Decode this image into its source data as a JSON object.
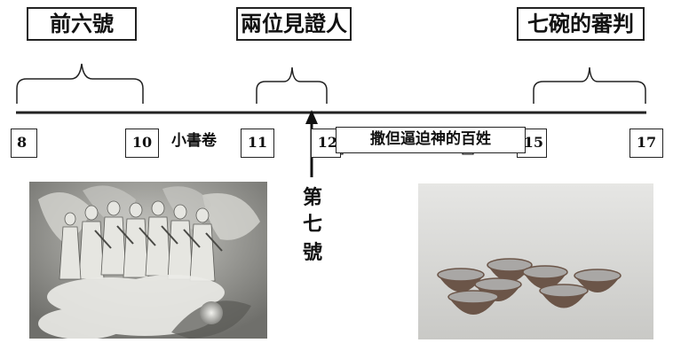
{
  "titles": {
    "first_six": "前六號",
    "two_witnesses": "兩位見證人",
    "seven_bowls": "七碗的審判"
  },
  "chapters": {
    "c8": "8",
    "c10": "10",
    "c11": "11",
    "c12": "12",
    "c15": "15",
    "c17": "17"
  },
  "labels": {
    "little_scroll": "小書卷",
    "persecution": "撒但逼迫神的百姓",
    "seventh_trumpet": [
      "第",
      "七",
      "號"
    ]
  },
  "images": {
    "left": "angels-with-trumpets",
    "right": "seven-bowls"
  },
  "colors": {
    "line": "#222222",
    "left_image_tone": "#8a8a86",
    "right_image_bg": "#dcdcda",
    "bowl_outer": "#6b5548",
    "bowl_inner": "#a9a7a5"
  }
}
